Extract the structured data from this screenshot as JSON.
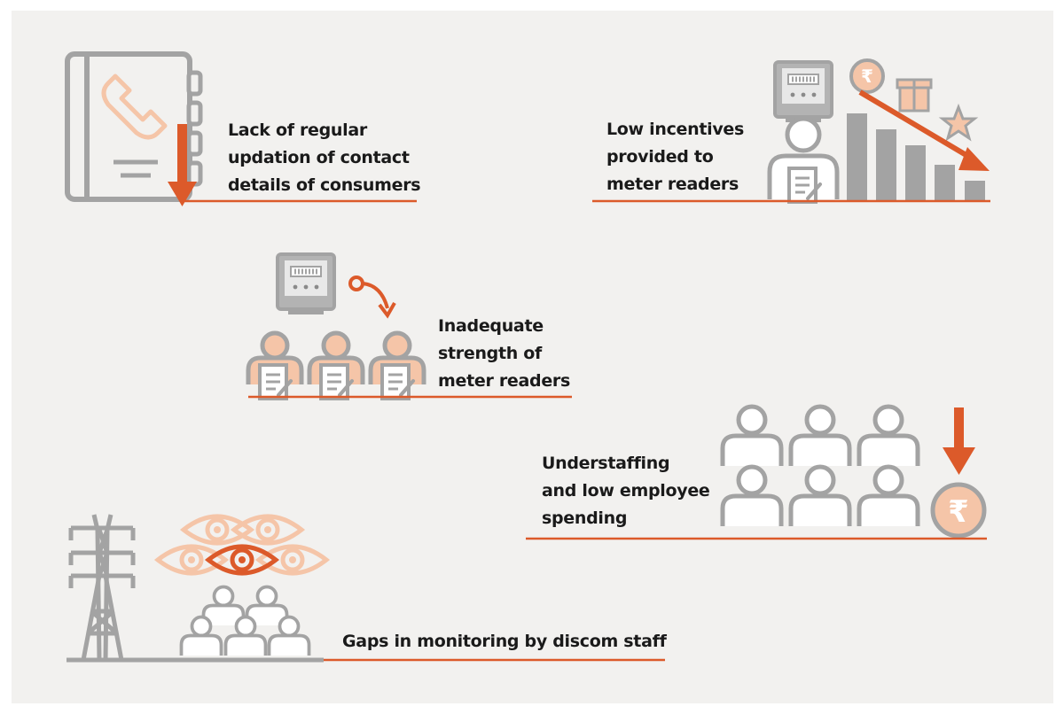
{
  "colors": {
    "background": "#f2f1ef",
    "icon_gray": "#a3a3a3",
    "accent_orange": "#dc5a2a",
    "light_peach": "#f5c5a8",
    "text": "#1a1a1a"
  },
  "items": [
    {
      "id": "contact-details",
      "icon": "address-book-phone-icon",
      "lines": [
        "Lack of regular",
        "updation of contact",
        "details of consumers"
      ]
    },
    {
      "id": "low-incentives",
      "icon": "declining-incentives-bar-chart-icon",
      "lines": [
        "Low incentives",
        "provided to",
        "meter readers"
      ]
    },
    {
      "id": "inadequate-strength",
      "icon": "meter-readers-group-icon",
      "lines": [
        "Inadequate",
        "strength of",
        "meter readers"
      ]
    },
    {
      "id": "understaffing",
      "icon": "staff-and-rupee-down-icon",
      "lines": [
        "Understaffing",
        "and low employee",
        "spending"
      ]
    },
    {
      "id": "monitoring-gaps",
      "icon": "transmission-tower-eyes-icon",
      "lines": [
        "Gaps in monitoring by discom staff"
      ]
    }
  ]
}
